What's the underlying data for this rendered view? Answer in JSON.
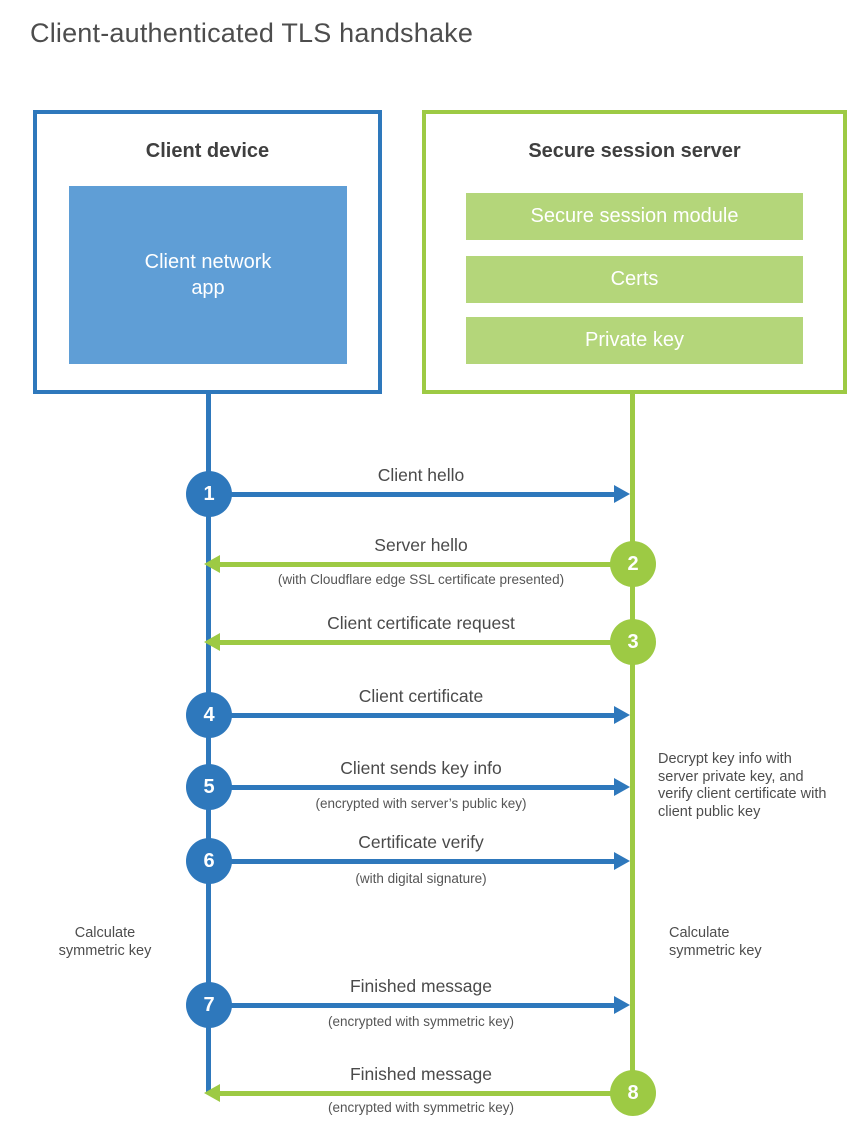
{
  "page": {
    "title": "Client-authenticated TLS handshake"
  },
  "colors": {
    "blue": "#2e78bc",
    "blue_fill": "#5f9ed6",
    "green": "#9dca44",
    "green_fill": "#b4d67a",
    "text_dark": "#3f3f3f",
    "text_gray": "#555555"
  },
  "client_box": {
    "title": "Client device",
    "app_label": "Client network app"
  },
  "server_box": {
    "title": "Secure session server",
    "modules": [
      "Secure session module",
      "Certs",
      "Private key"
    ]
  },
  "steps": [
    {
      "num": "1",
      "label": "Client hello",
      "sub": "",
      "direction": "client-to-server",
      "color": "blue"
    },
    {
      "num": "2",
      "label": "Server hello",
      "sub": "(with Cloudflare edge SSL certificate presented)",
      "direction": "server-to-client",
      "color": "green"
    },
    {
      "num": "3",
      "label": "Client certificate request",
      "sub": "",
      "direction": "server-to-client",
      "color": "green"
    },
    {
      "num": "4",
      "label": "Client certificate",
      "sub": "",
      "direction": "client-to-server",
      "color": "blue"
    },
    {
      "num": "5",
      "label": "Client sends key info",
      "sub": "(encrypted with server’s public key)",
      "direction": "client-to-server",
      "color": "blue"
    },
    {
      "num": "6",
      "label": "Certificate verify",
      "sub": "(with digital signature)",
      "direction": "client-to-server",
      "color": "blue"
    },
    {
      "num": "7",
      "label": "Finished message",
      "sub": "(encrypted with symmetric key)",
      "direction": "client-to-server",
      "color": "blue"
    },
    {
      "num": "8",
      "label": "Finished message",
      "sub": "(encrypted with symmetric key)",
      "direction": "server-to-client",
      "color": "green"
    }
  ],
  "annotations": {
    "decrypt_note": "Decrypt key info with server private key, and verify client certificate with client public key",
    "calc_left": "Calculate symmetric key",
    "calc_right": "Calculate symmetric key"
  }
}
